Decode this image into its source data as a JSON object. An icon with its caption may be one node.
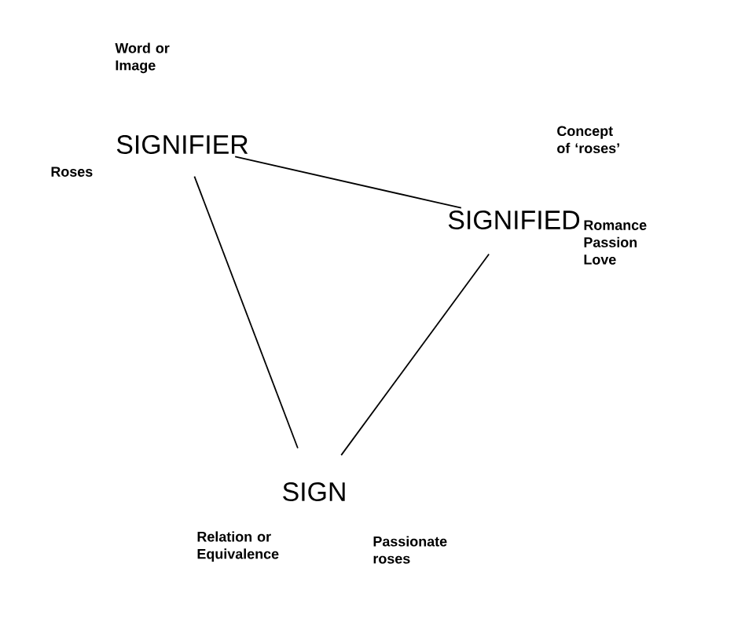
{
  "diagram": {
    "nodes": [
      {
        "text": [
          "SIGNIFIER"
        ],
        "beside": [
          "Roses"
        ]
      },
      {
        "text": [
          "SIGNIFIED"
        ],
        "beside": [
          "Romance Passion Love"
        ]
      },
      {
        "text": [
          "SIGN"
        ],
        "beside": [
          "Relation or Equivalence",
          "Passionate roses"
        ]
      }
    ],
    "edges": [
      {
        "from": 0,
        "to": 1,
        "arrow": "none"
      },
      {
        "from": 0,
        "to": 2,
        "arrow": "none"
      },
      {
        "from": 1,
        "to": 2,
        "arrow": "none"
      }
    ],
    "labels": [
      "Word or Image",
      "Concept of ‘roses’"
    ]
  }
}
